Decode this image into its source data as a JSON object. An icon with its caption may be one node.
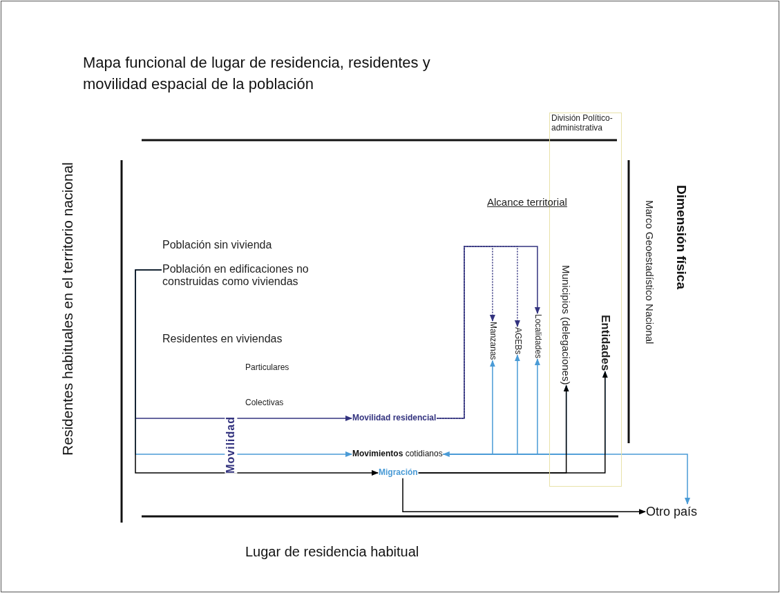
{
  "diagram": {
    "title": "Mapa funcional de lugar de residencia, residentes y movilidad espacial de la población",
    "nodes": [
      {
        "text": [
          "Población en edificaciones no construidas como viviendas"
        ]
      },
      {
        "text": [
          "Movilidad residencial"
        ]
      },
      {
        "text": [
          "**Movimientos** cotidianos"
        ]
      },
      {
        "text": [
          "Migración"
        ]
      },
      {
        "text": [
          "Manzanas"
        ]
      },
      {
        "text": [
          "AGEBs"
        ]
      },
      {
        "text": [
          "Localidades"
        ]
      },
      {
        "text": [
          "División Político-administrativa"
        ]
      },
      {
        "text": [
          "Municipios (delegaciones)"
        ],
        "in": 7
      },
      {
        "text": [
          "Entidades"
        ],
        "in": 7
      },
      {
        "text": [
          "Otro país"
        ]
      }
    ],
    "edges": [
      {
        "from": 0,
        "to": 1,
        "arrow": "to",
        "color": "#33337f"
      },
      {
        "from": 0,
        "to": 2,
        "arrow": "to"
      },
      {
        "from": 0,
        "to": 3,
        "arrow": "to",
        "color": "#000000"
      },
      {
        "from": 1,
        "to": 4,
        "arrow": "to",
        "style": "dashed",
        "color": "#33337f"
      },
      {
        "from": 1,
        "to": 5,
        "arrow": "to",
        "style": "dashed",
        "color": "#33337f"
      },
      {
        "from": 1,
        "to": 6,
        "arrow": "to",
        "color": "#33337f"
      },
      {
        "from": 2,
        "to": 4,
        "arrow": "to"
      },
      {
        "from": 2,
        "to": 5,
        "arrow": "to"
      },
      {
        "from": 2,
        "to": 6,
        "arrow": "to"
      },
      {
        "from": 2,
        "to": 8,
        "arrow": "to"
      },
      {
        "from": 2,
        "to": 9,
        "arrow": "to"
      },
      {
        "from": 2,
        "to": 10,
        "arrow": "both"
      },
      {
        "from": 3,
        "to": 8,
        "arrow": "to",
        "color": "#000000"
      },
      {
        "from": 3,
        "to": 9,
        "arrow": "to",
        "color": "#000000"
      },
      {
        "from": 3,
        "to": 10,
        "arrow": "to",
        "color": "#000000"
      }
    ],
    "labels": [
      "Población sin vivienda",
      "Residentes en viviendas",
      "Particulares",
      "Colectivas",
      "Movilidad",
      "Alcance territorial",
      "Dimensión física",
      "Marco Geoestadístico Nacional",
      "Residentes habituales en el territorio nacional",
      "Lugar de residencia habitual"
    ]
  }
}
